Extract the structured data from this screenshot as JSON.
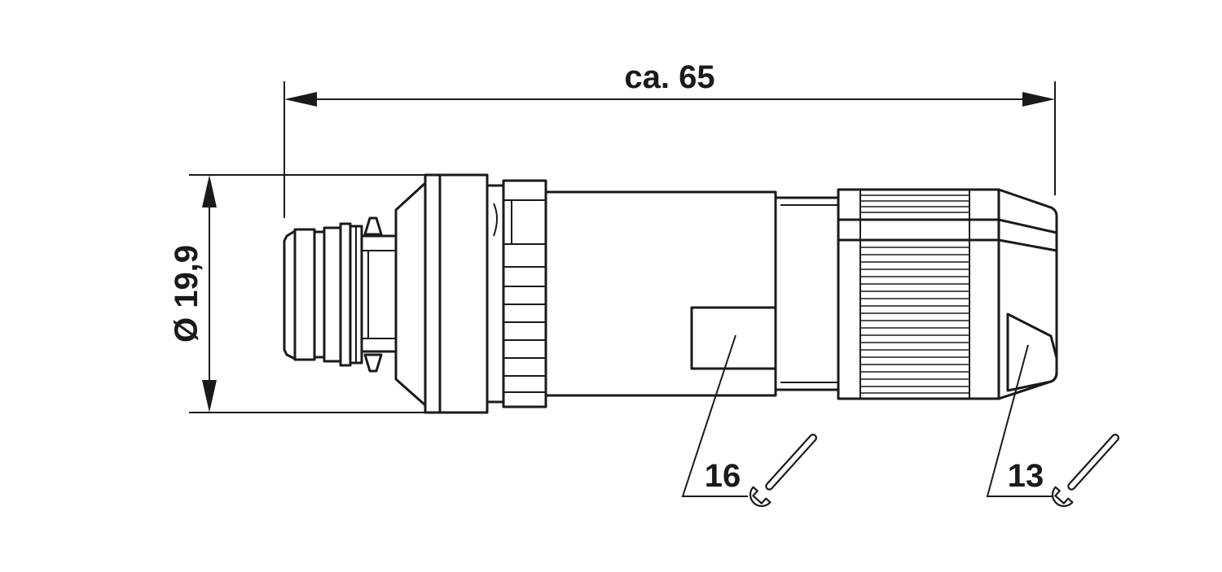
{
  "dimensions": {
    "length_label": "ca. 65",
    "diameter_label": "Ø 19,9"
  },
  "callouts": [
    {
      "label": "16",
      "icon": "wrench-icon"
    },
    {
      "label": "13",
      "icon": "wrench-icon"
    }
  ]
}
